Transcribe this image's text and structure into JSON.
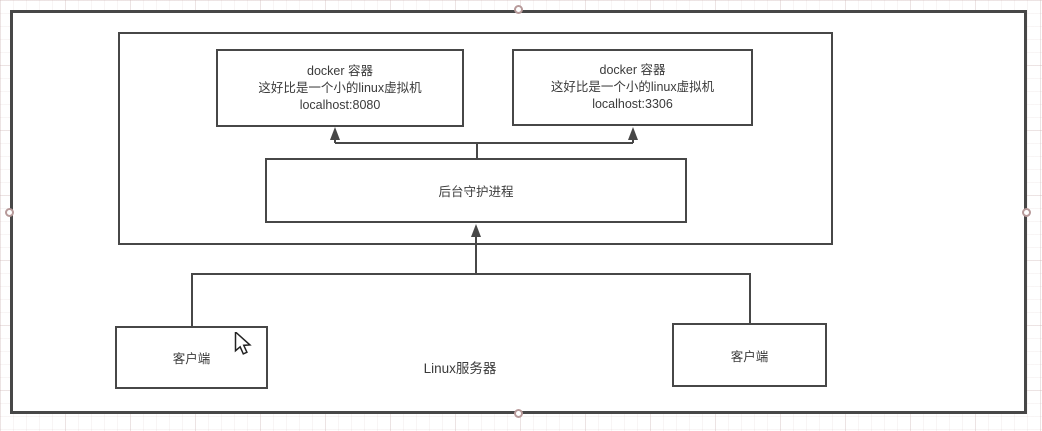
{
  "nodes": {
    "docker_box_1": {
      "title": "docker 容器",
      "subtitle": "这好比是一个小的linux虚拟机",
      "address": "localhost:8080"
    },
    "docker_box_2": {
      "title": "docker 容器",
      "subtitle": "这好比是一个小的linux虚拟机",
      "address": "localhost:3306"
    },
    "daemon_box": {
      "label": "后台守护进程"
    },
    "client_box_left": {
      "label": "客户端"
    },
    "client_box_right": {
      "label": "客户端"
    },
    "server_label": {
      "label": "Linux服务器"
    }
  },
  "colors": {
    "shape_border": "#474747",
    "shape_fill": "#ffffff",
    "selection_handle_ring": "#b79a9a",
    "canvas_grid": "#e9dcdc"
  }
}
